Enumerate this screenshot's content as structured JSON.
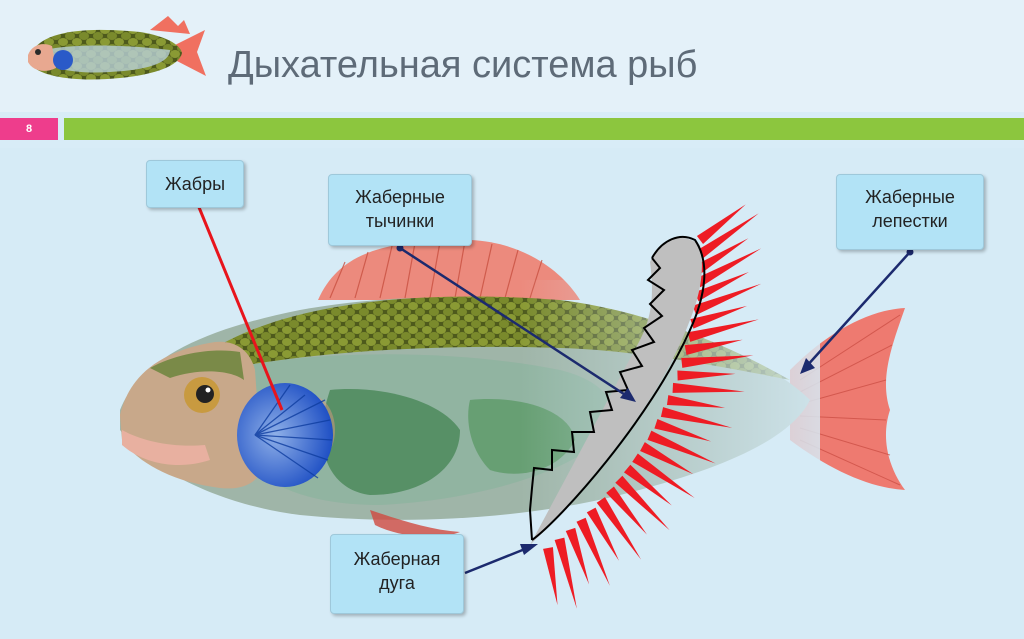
{
  "header": {
    "title": "Дыхательная система рыб"
  },
  "slide": {
    "page_number": "8"
  },
  "labels": {
    "gills": "Жабры",
    "gill_rakers": [
      "Жаберные",
      "тычинки"
    ],
    "gill_filaments": [
      "Жаберные",
      "лепестки"
    ],
    "gill_arch": [
      "Жаберная",
      "дуга"
    ]
  },
  "colors": {
    "accent_green": "#8cc63e",
    "page_badge": "#ee3d8c",
    "filaments_red": "#ee1c24",
    "pointer_red": "#e8141c",
    "pointer_navy": "#1c2a6e"
  }
}
